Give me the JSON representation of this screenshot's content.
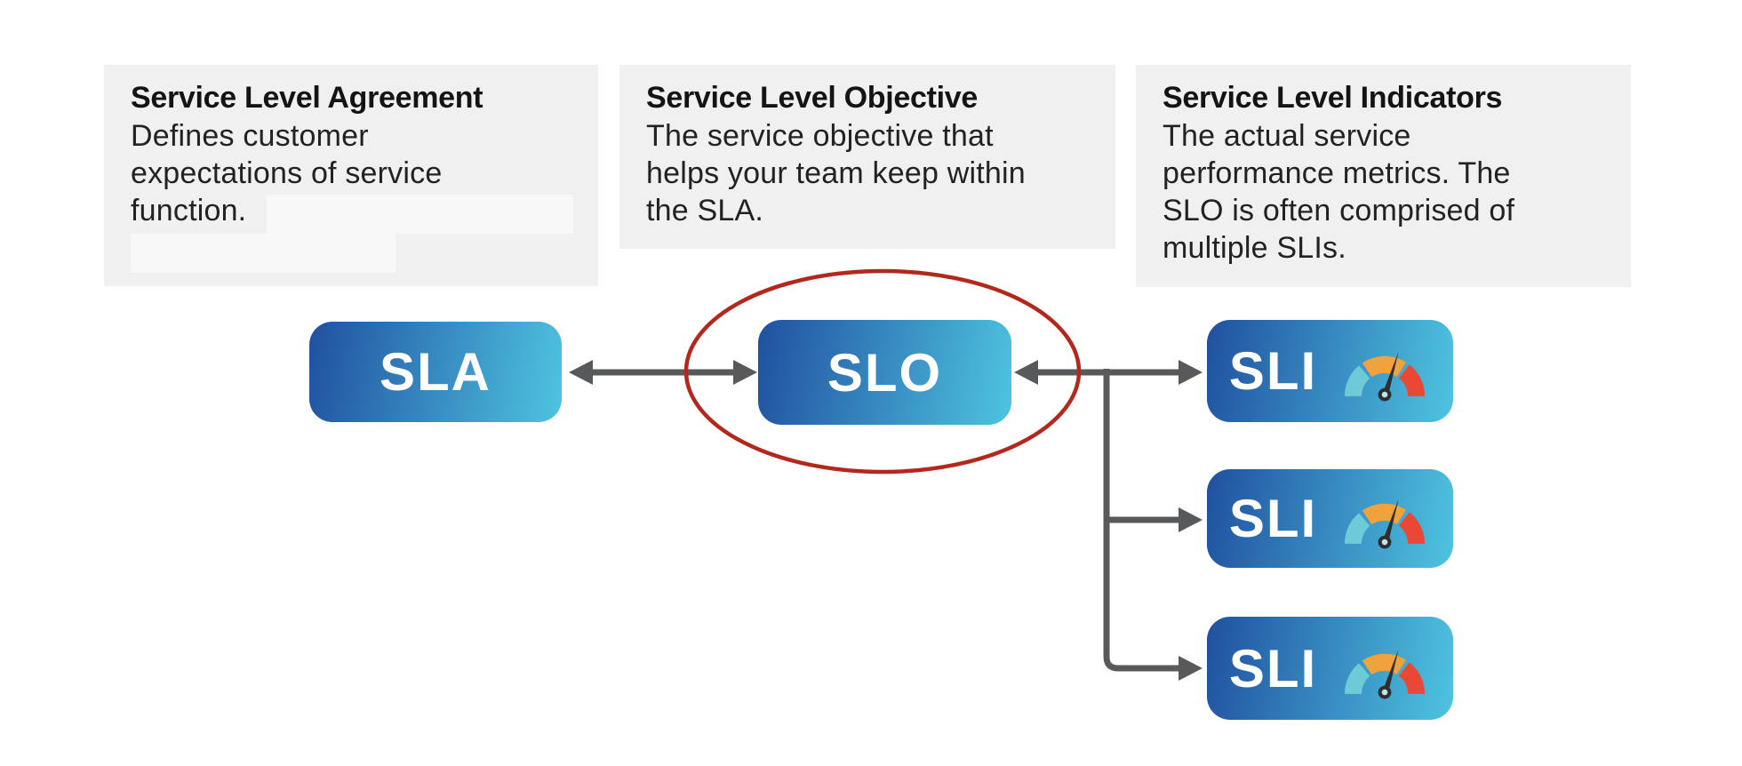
{
  "colors": {
    "node_gradient_start": "#2050A0",
    "node_gradient_end": "#4EC4E0",
    "connector": "#58595B",
    "ellipse_color": "#B3281C",
    "desc_box_bg": "#F0F0F0",
    "redacted_bg": "#F8F8F8",
    "text": "#1C1C1C",
    "node_text": "#FFFFFF",
    "gauge_teal": "#6DCBD7",
    "gauge_orange": "#F0A23C",
    "gauge_red": "#EA4734",
    "gauge_needle": "#2E2E2E"
  },
  "descriptions": [
    {
      "title": "Service Level Agreement",
      "body_lines": [
        "Defines customer",
        "expectations of service",
        "function."
      ]
    },
    {
      "title": "Service Level Objective",
      "body_lines": [
        "The service objective that",
        "helps your team keep within",
        "the SLA."
      ]
    },
    {
      "title": "Service Level Indicators",
      "body_lines": [
        "The actual service",
        "performance metrics. The",
        "SLO is often comprised of",
        "multiple SLIs."
      ]
    }
  ],
  "nodes": {
    "sla": {
      "label": "SLA"
    },
    "slo": {
      "label": "SLO"
    },
    "sli": [
      {
        "label": "SLI"
      },
      {
        "label": "SLI"
      },
      {
        "label": "SLI"
      }
    ]
  },
  "icons": {
    "sli": "gauge-icon"
  }
}
